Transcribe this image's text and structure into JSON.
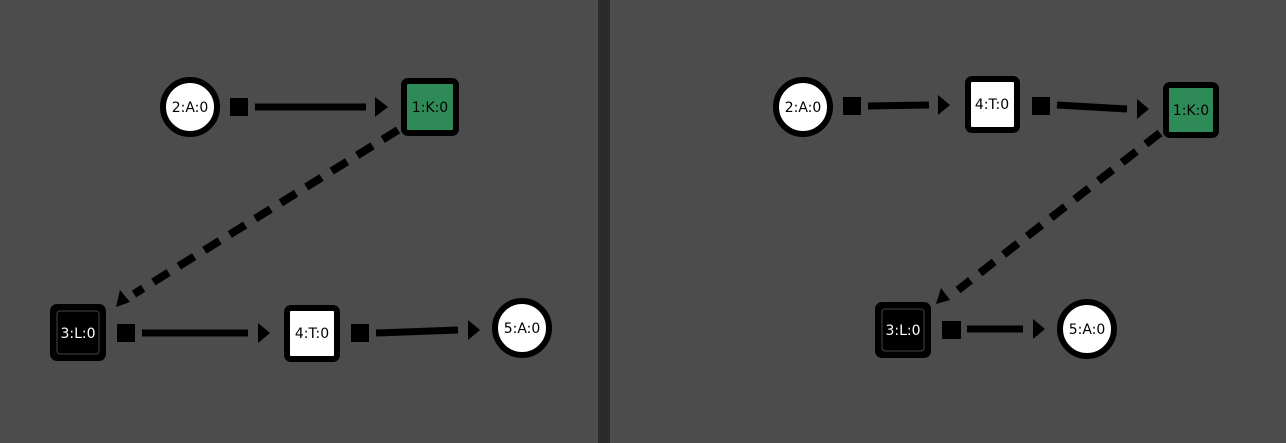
{
  "colors": {
    "background": "#4c4c4c",
    "divider": "#2b2b2b",
    "keyNode": "#2e8b57",
    "nodeWhite": "#ffffff",
    "nodeBlack": "#000000"
  },
  "left_graph": {
    "nodes": [
      {
        "label": "2:A:0",
        "shape": "circle"
      },
      {
        "label": "1:K:0",
        "shape": "square"
      },
      {
        "label": "3:L:0",
        "shape": "square"
      },
      {
        "label": "4:T:0",
        "shape": "square"
      },
      {
        "label": "5:A:0",
        "shape": "circle"
      }
    ],
    "edges": [
      {
        "from": "2:A:0",
        "to": "1:K:0",
        "style": "solid"
      },
      {
        "from": "1:K:0",
        "to": "3:L:0",
        "style": "dashed"
      },
      {
        "from": "3:L:0",
        "to": "4:T:0",
        "style": "solid"
      },
      {
        "from": "4:T:0",
        "to": "5:A:0",
        "style": "solid"
      }
    ]
  },
  "right_graph": {
    "nodes": [
      {
        "label": "2:A:0",
        "shape": "circle"
      },
      {
        "label": "4:T:0",
        "shape": "square"
      },
      {
        "label": "1:K:0",
        "shape": "square"
      },
      {
        "label": "3:L:0",
        "shape": "square"
      },
      {
        "label": "5:A:0",
        "shape": "circle"
      }
    ],
    "edges": [
      {
        "from": "2:A:0",
        "to": "4:T:0",
        "style": "solid"
      },
      {
        "from": "4:T:0",
        "to": "1:K:0",
        "style": "solid"
      },
      {
        "from": "1:K:0",
        "to": "3:L:0",
        "style": "dashed"
      },
      {
        "from": "3:L:0",
        "to": "5:A:0",
        "style": "solid"
      }
    ]
  }
}
